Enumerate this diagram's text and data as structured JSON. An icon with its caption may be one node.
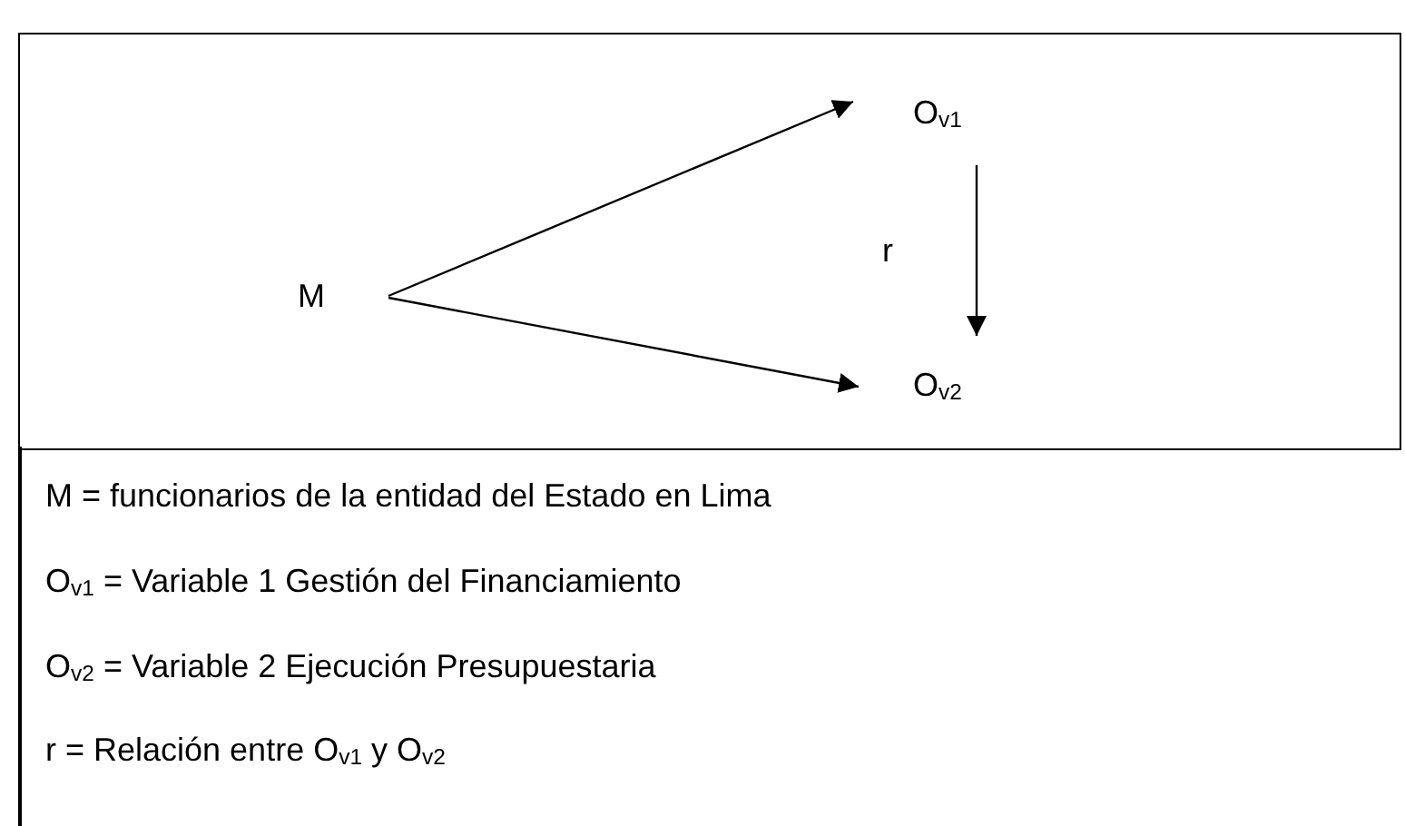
{
  "diagram": {
    "nodes": [
      {
        "text": [
          "M"
        ]
      },
      {
        "text": [
          "O$_{v1}$"
        ]
      },
      {
        "text": [
          "O$_{v2}$"
        ]
      }
    ],
    "edges": [
      {
        "from": 0,
        "to": 1,
        "arrow": "to"
      },
      {
        "from": 0,
        "to": 2,
        "arrow": "to"
      },
      {
        "from": 1,
        "to": 2,
        "arrow": "to",
        "label": "r"
      }
    ],
    "labels": [
      "M = funcionarios de la entidad del Estado en Lima",
      "O$_{v1}$ = Variable 1 Gestión del Financiamiento",
      "O$_{v2}$ = Variable 2 Ejecución Presupuestaria",
      "r = Relación entre O$_{v1}$ y O$_{v2}$"
    ]
  }
}
